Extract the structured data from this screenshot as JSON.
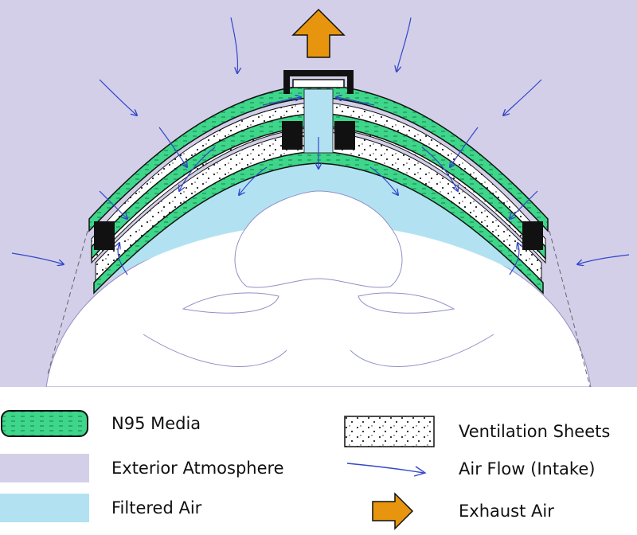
{
  "colors": {
    "n95": "#3ed68a",
    "exterior": "#d3cfe9",
    "filtered": "#b2e2f2",
    "arrow": "#3347c8",
    "exhaust": "#e7950e",
    "face": "#ffffff",
    "outline": "#111111"
  },
  "legend": {
    "n95_media": "N95 Media",
    "exterior_atmosphere": "Exterior Atmosphere",
    "filtered_air": "Filtered Air",
    "ventilation_sheets": "Ventilation Sheets",
    "air_flow": "Air Flow (Intake)",
    "exhaust_air": "Exhaust Air"
  },
  "icons": {
    "exhaust": "exhaust-arrow-icon",
    "intake": "intake-arrow-icon"
  }
}
